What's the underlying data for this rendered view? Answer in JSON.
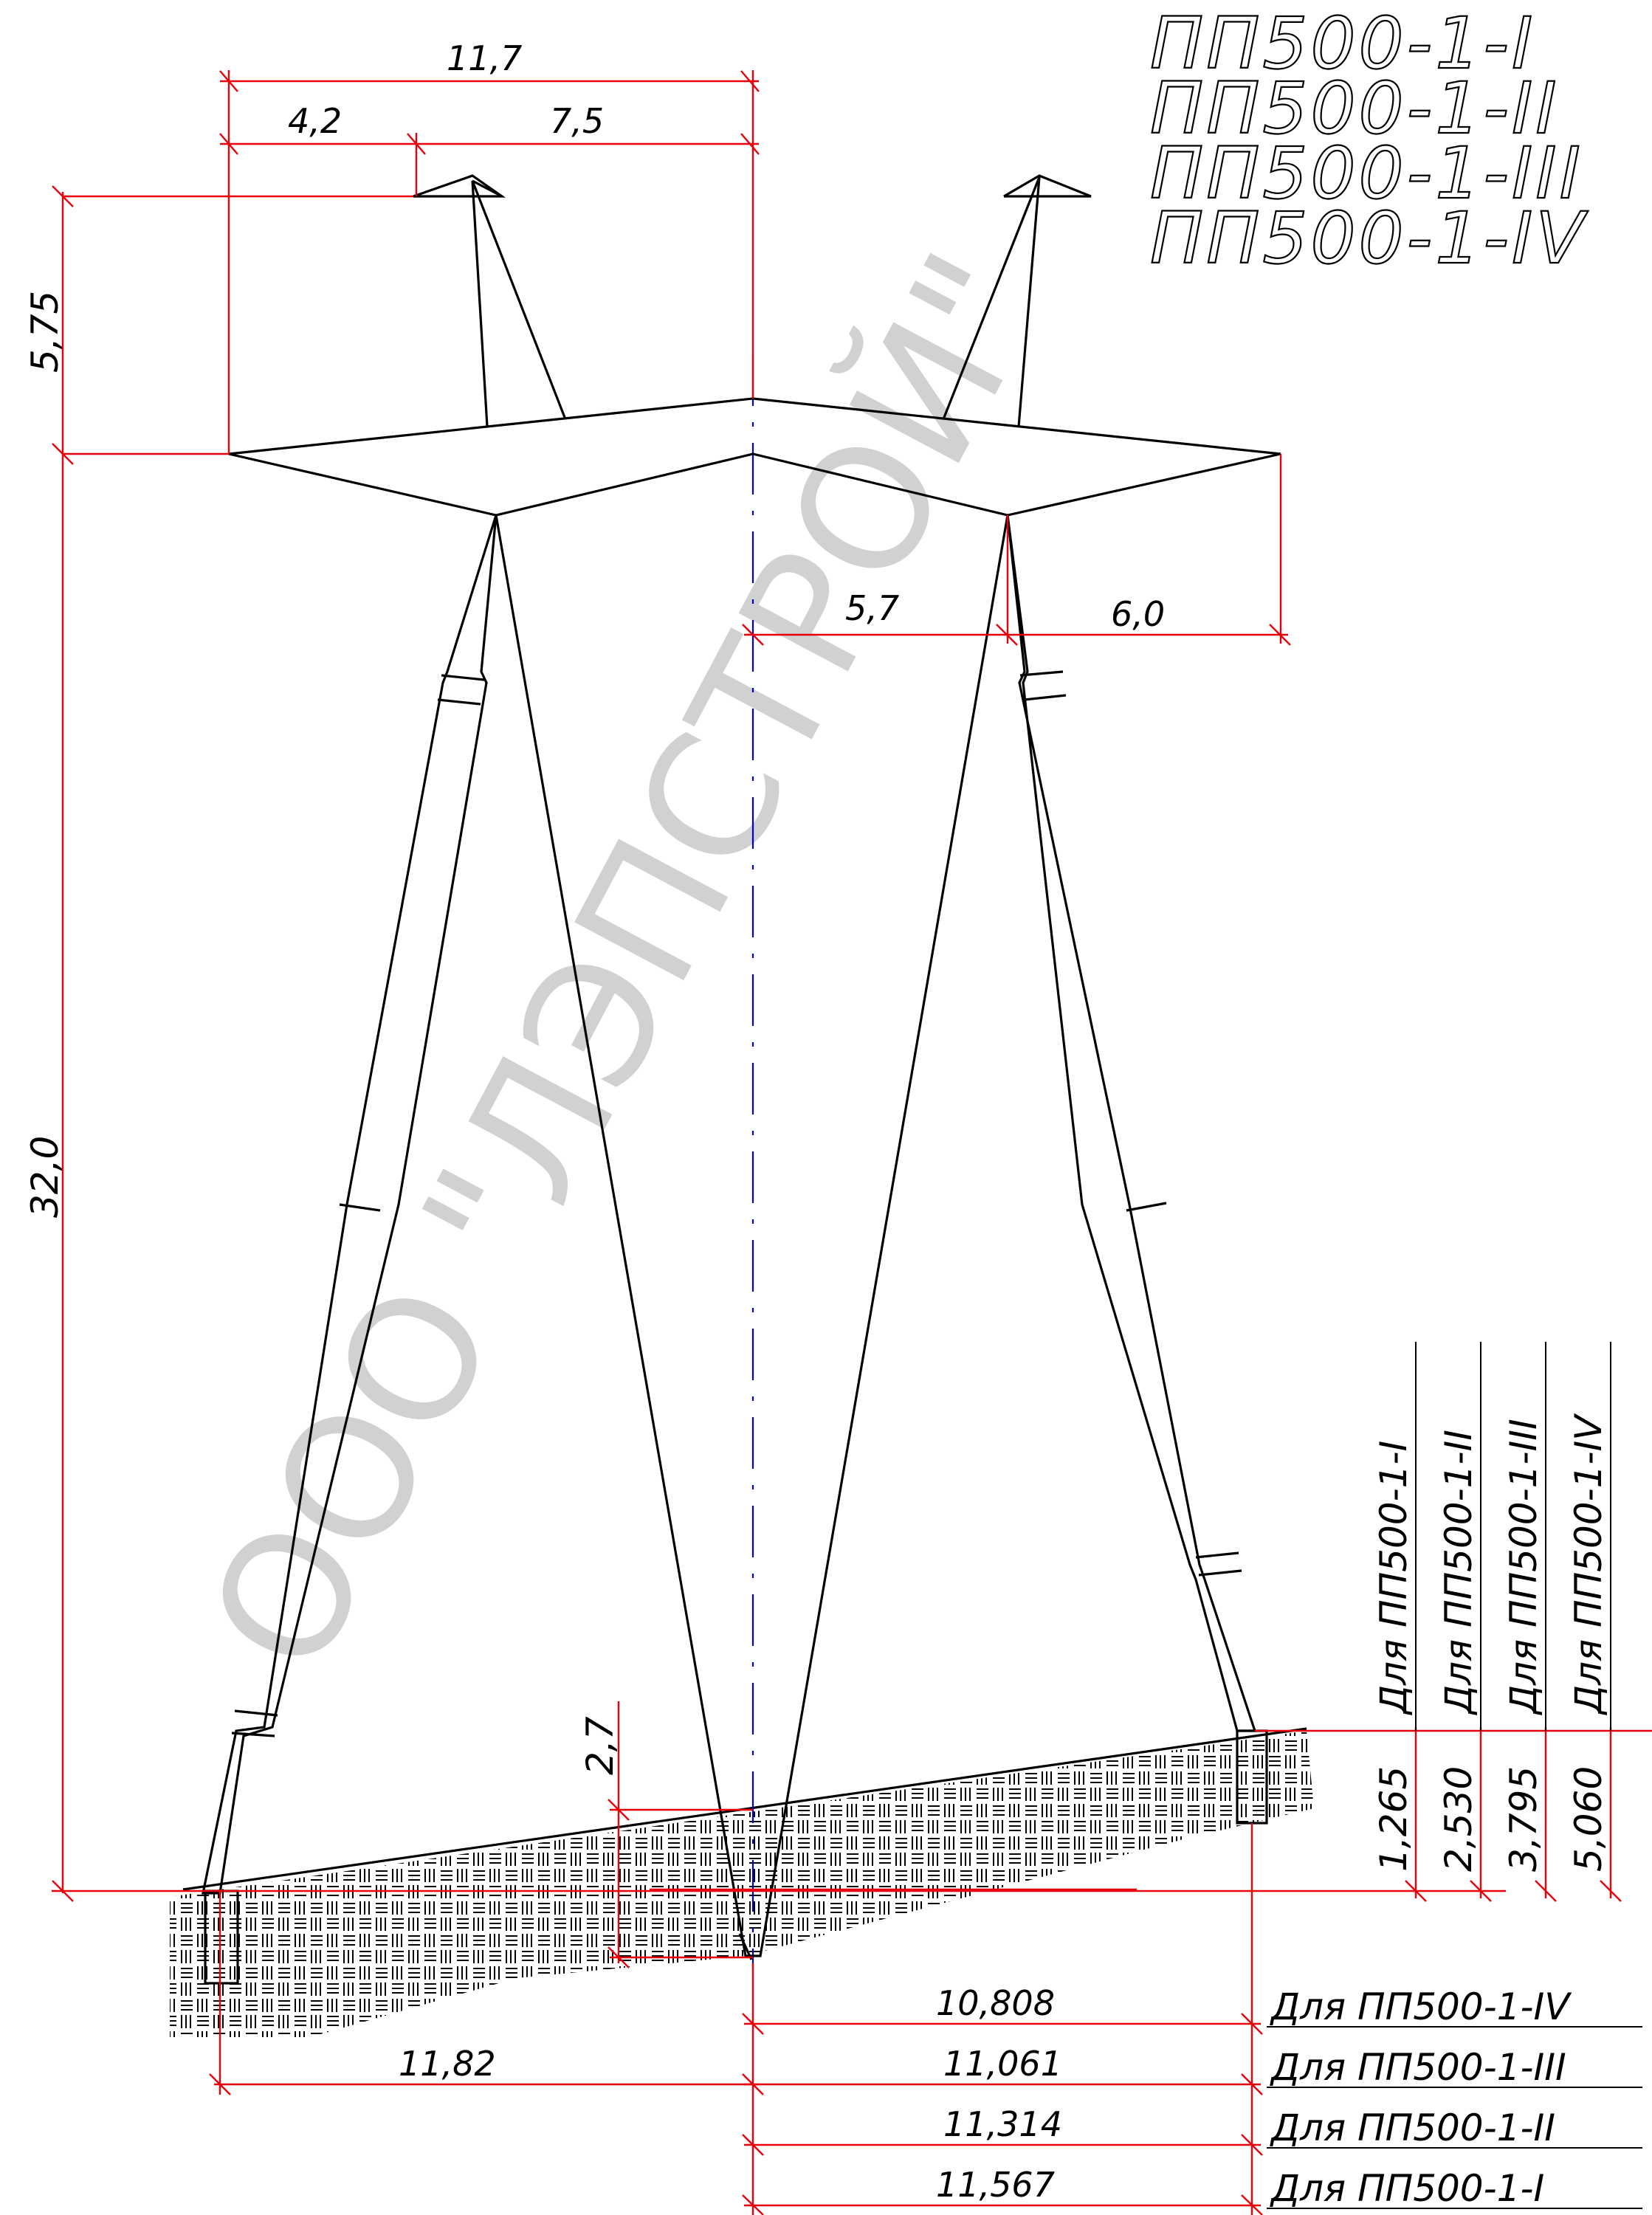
{
  "titles": [
    "ПП500-1-I",
    "ПП500-1-II",
    "ПП500-1-III",
    "ПП500-1-IV"
  ],
  "watermark": "ООО \"ЛЭПСТРОЙ\"",
  "dimensions": {
    "crossarm_total": "11,7",
    "crossarm_left": "4,2",
    "crossarm_right": "7,5",
    "peak_height": "5,75",
    "leg_height": "32,0",
    "right_half_span": "5,7",
    "right_arm_drop": "6,0",
    "ground_offset": "2,7",
    "left_base": "11,82",
    "right_bases": [
      "10,808",
      "11,061",
      "11,314",
      "11,567"
    ],
    "right_base_labels": [
      "Для  ПП500-1-IV",
      "Для  ПП500-1-III",
      "Для  ПП500-1-II",
      "Для  ПП500-1-I"
    ]
  },
  "height_table": {
    "labels": [
      "Для  ПП500-1-I",
      "Для  ПП500-1-II",
      "Для  ПП500-1-III",
      "Для  ПП500-1-IV"
    ],
    "values": [
      "1,265",
      "2,530",
      "3,795",
      "5,060"
    ]
  },
  "colors": {
    "dimension": "#e8000b",
    "axis": "#0000d0",
    "structure": "#000000",
    "watermark": "#9a9a9a"
  }
}
